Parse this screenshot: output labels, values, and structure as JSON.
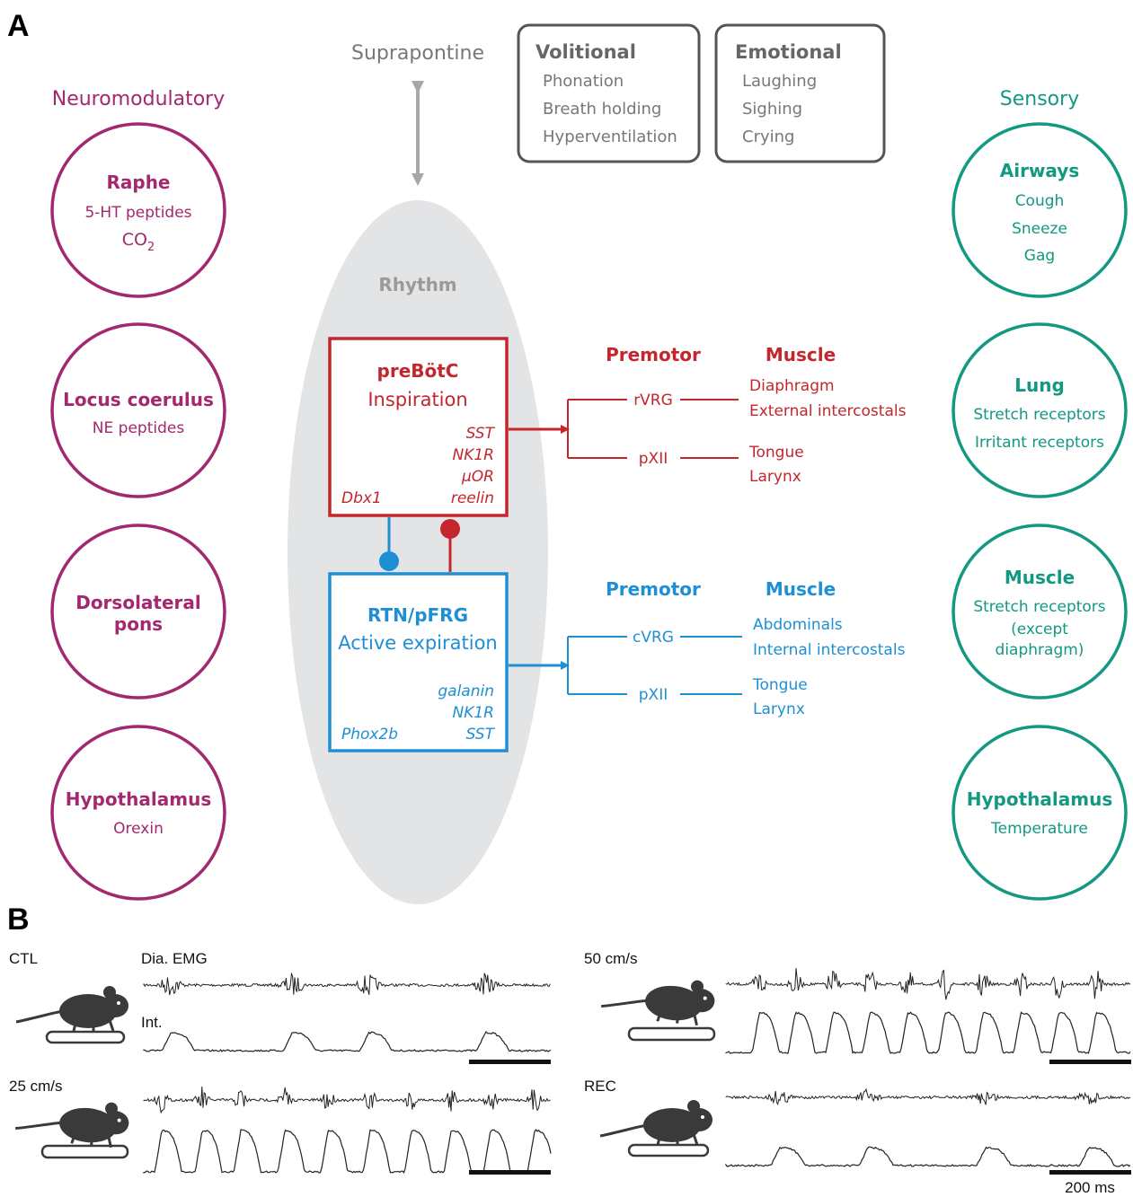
{
  "panel_a_label": "A",
  "panel_b_label": "B",
  "colors": {
    "neuromodulatory": "#a3286e",
    "sensory": "#139882",
    "inspiration": "#c4262e",
    "expiration": "#1e8fd4",
    "gray_text": "#777777",
    "rhythm_fill": "#e3e4e6"
  },
  "suprapontine": "Suprapontine",
  "volitional": {
    "title": "Volitional",
    "items": [
      "Phonation",
      "Breath holding",
      "Hyperventilation"
    ]
  },
  "emotional": {
    "title": "Emotional",
    "items": [
      "Laughing",
      "Sighing",
      "Crying"
    ]
  },
  "neuromodulatory": {
    "heading": "Neuromodulatory",
    "raphe": {
      "title": "Raphe",
      "line1": "5-HT peptides",
      "co2_main": "CO",
      "co2_sub": "2"
    },
    "locus": {
      "title": "Locus coerulus",
      "line1": "NE peptides"
    },
    "dorsolateral": {
      "title1": "Dorsolateral",
      "title2": "pons"
    },
    "hypothalamus": {
      "title": "Hypothalamus",
      "line1": "Orexin"
    }
  },
  "sensory": {
    "heading": "Sensory",
    "airways": {
      "title": "Airways",
      "items": [
        "Cough",
        "Sneeze",
        "Gag"
      ]
    },
    "lung": {
      "title": "Lung",
      "items": [
        "Stretch receptors",
        "Irritant receptors"
      ]
    },
    "muscle": {
      "title": "Muscle",
      "items": [
        "Stretch receptors",
        "(except",
        "diaphragm)"
      ]
    },
    "hypothalamus": {
      "title": "Hypothalamus",
      "items": [
        "Temperature"
      ]
    }
  },
  "rhythm": "Rhythm",
  "prebotc": {
    "title": "preBötC",
    "subtitle": "Inspiration",
    "markers": [
      "SST",
      "NK1R",
      "μOR",
      "reelin"
    ],
    "left_marker": "Dbx1"
  },
  "rtn": {
    "title": "RTN/pFRG",
    "subtitle": "Active expiration",
    "markers": [
      "galanin",
      "NK1R",
      "SST"
    ],
    "left_marker": "Phox2b"
  },
  "insp_output": {
    "premotor_header": "Premotor",
    "muscle_header": "Muscle",
    "premotor": [
      "rVRG",
      "pXII"
    ],
    "muscles_1": [
      "Diaphragm",
      "External intercostals"
    ],
    "muscles_2": [
      "Tongue",
      "Larynx"
    ]
  },
  "exp_output": {
    "premotor_header": "Premotor",
    "muscle_header": "Muscle",
    "premotor": [
      "cVRG",
      "pXII"
    ],
    "muscles_1": [
      "Abdominals",
      "Internal intercostals"
    ],
    "muscles_2": [
      "Tongue",
      "Larynx"
    ]
  },
  "panel_b": {
    "conditions": [
      "CTL",
      "50 cm/s",
      "25 cm/s",
      "REC"
    ],
    "emg_label": "Dia. EMG",
    "int_label": "Int.",
    "scale_label": "200 ms"
  }
}
